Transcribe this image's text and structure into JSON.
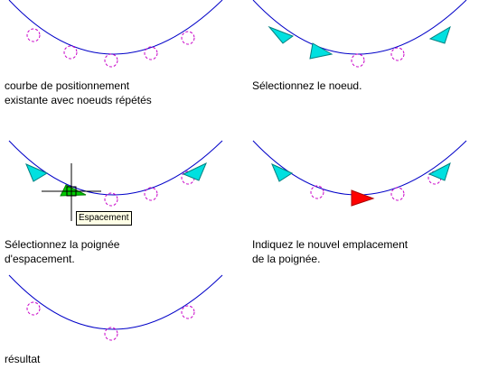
{
  "colors": {
    "curve": "#0000c8",
    "node": "#c800c8",
    "grip": "#00e0e0",
    "grip_selected": "#ff0000",
    "spacing_grip": "#00cc00",
    "crosshair": "#000000"
  },
  "panels": [
    {
      "id": "panel-1",
      "caption": [
        "courbe de positionnement",
        "existante avec noeuds répétés"
      ]
    },
    {
      "id": "panel-2",
      "caption": [
        "Sélectionnez le noeud."
      ]
    },
    {
      "id": "panel-3",
      "caption": [
        "Sélectionnez la poignée",
        "d'espacement."
      ],
      "tooltip": "Espacement"
    },
    {
      "id": "panel-4",
      "caption": [
        "Indiquez le nouvel emplacement",
        "de la poignée."
      ]
    },
    {
      "id": "panel-5",
      "caption": [
        "résultat"
      ]
    }
  ]
}
